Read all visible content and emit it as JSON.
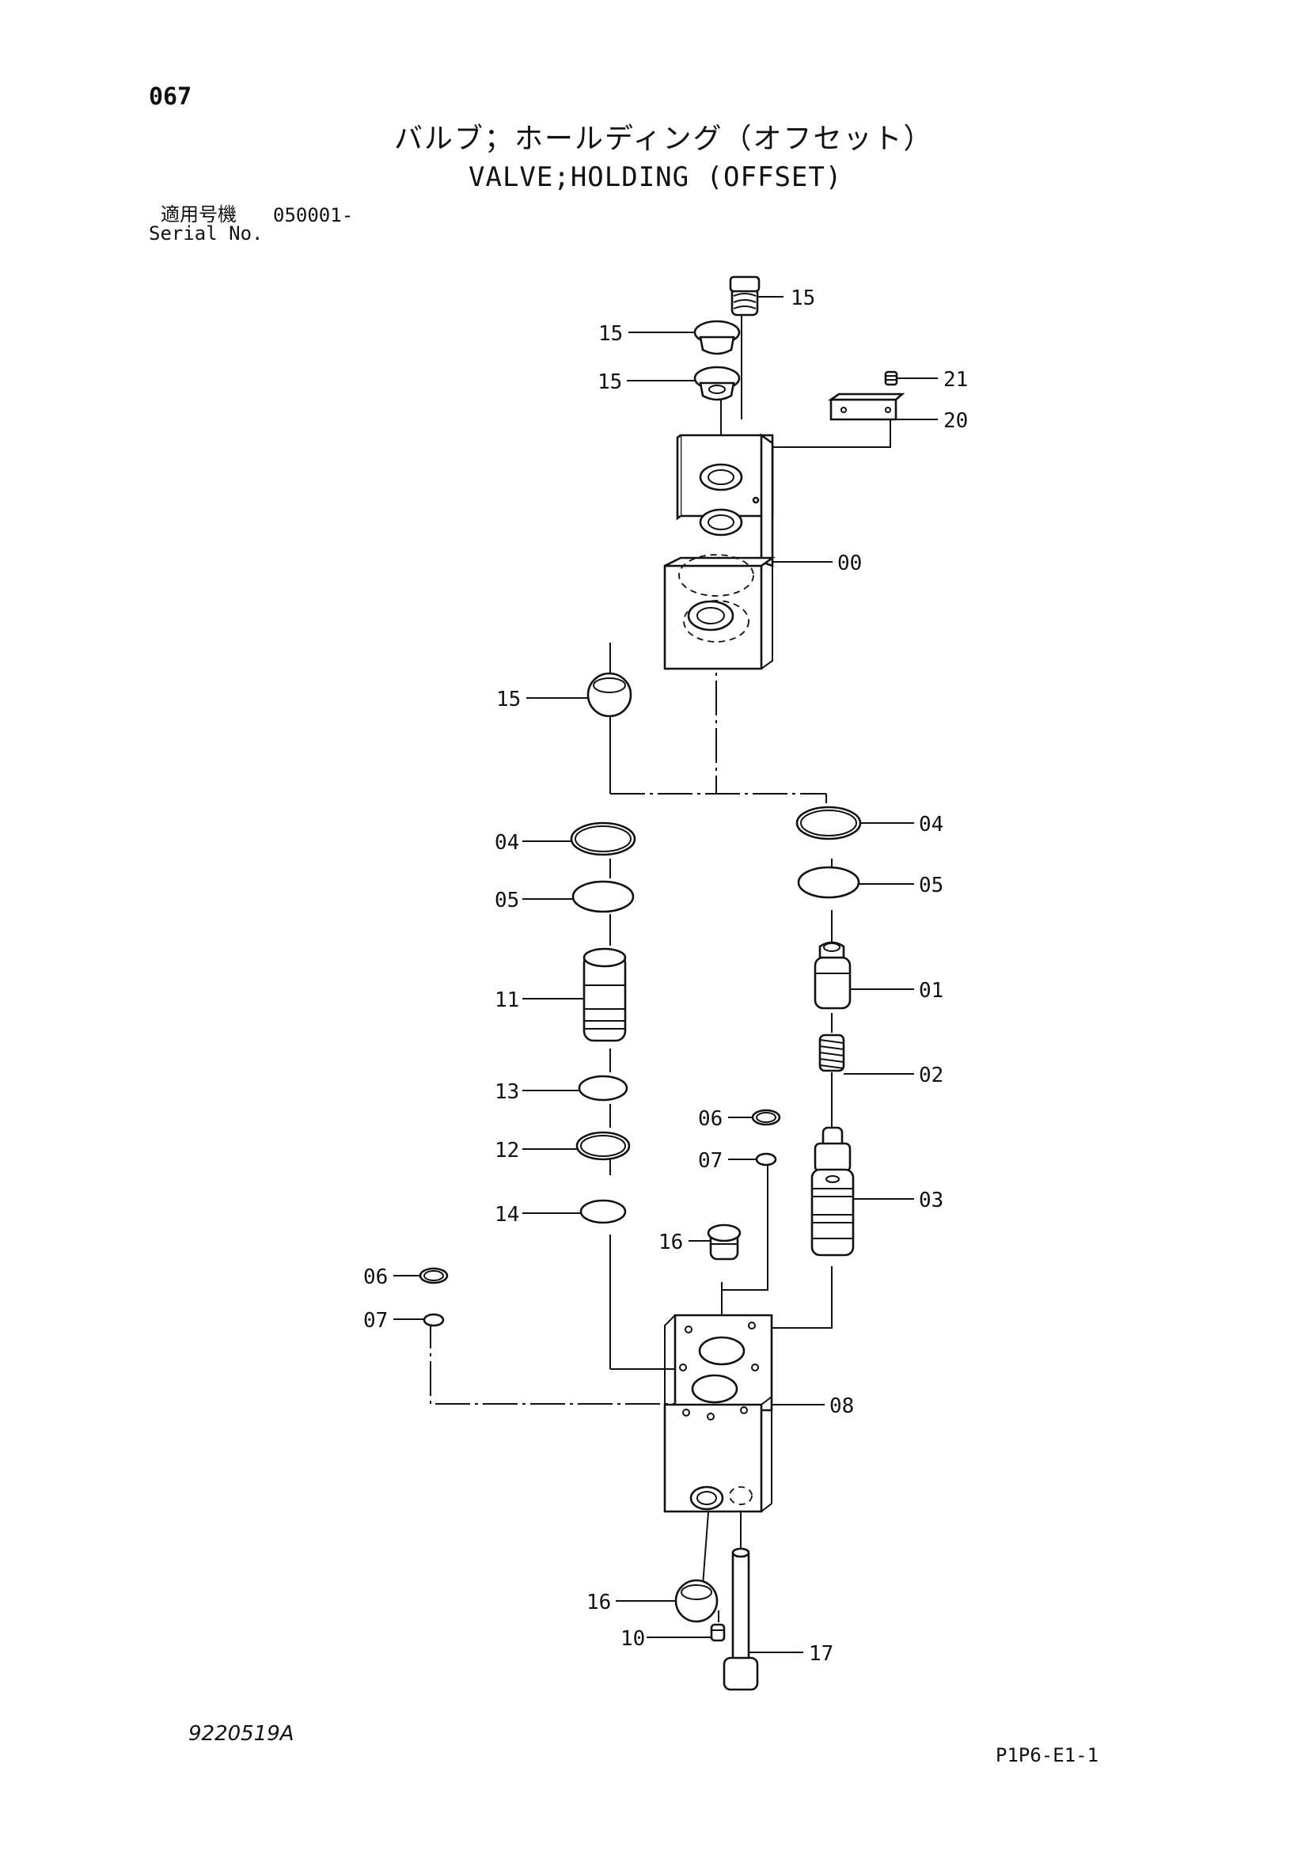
{
  "header": {
    "page_number": "067",
    "title_jp": "バルブ；ホールディング（オフセット）",
    "title_en": "VALVE;HOLDING (OFFSET)",
    "serial_label_jp": "適用号機",
    "serial_value": "050001-",
    "serial_label_en": "Serial No."
  },
  "footer": {
    "drawing_number": "9220519A",
    "sheet_code": "P1P6-E1-1"
  },
  "callouts": {
    "c15_top": "15",
    "c15_cap1": "15",
    "c15_cap2": "15",
    "c21": "21",
    "c20": "20",
    "c00": "00",
    "c15_side": "15",
    "c04_left": "04",
    "c04_right": "04",
    "c05_left": "05",
    "c05_right": "05",
    "c11": "11",
    "c01": "01",
    "c02": "02",
    "c13": "13",
    "c06_mid": "06",
    "c07_mid": "07",
    "c12": "12",
    "c03": "03",
    "c14": "14",
    "c16_top": "16",
    "c06_left": "06",
    "c07_left": "07",
    "c08": "08",
    "c16_bottom": "16",
    "c10": "10",
    "c17": "17"
  }
}
